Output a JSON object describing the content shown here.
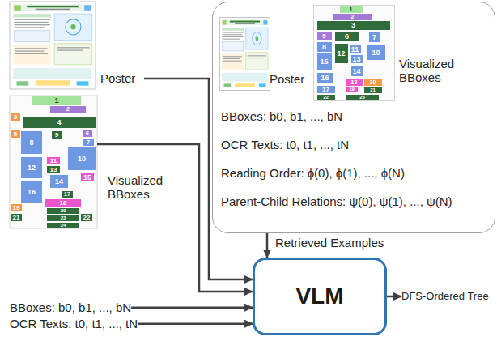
{
  "diagram": {
    "nodes": [
      {
        "text": [
          "Poster"
        ]
      },
      {
        "text": [
          "Visualized BBoxes"
        ]
      },
      {
        "text": [
          "BBoxes: b0, b1, ..., bN"
        ]
      },
      {
        "text": [
          "OCR Texts: t0, t1, ..., tN"
        ]
      },
      {
        "text": [
          "BBoxes: b0, b1, ..., bN",
          "OCR Texts: t0, t1, ..., tN",
          "Reading Order: ϕ(0), ϕ(1), ..., ϕ(N)",
          "Parent-Child Relations: ψ(0), ψ(1), ..., ψ(N)"
        ]
      },
      {
        "text": [
          "Poster"
        ],
        "in": 4
      },
      {
        "text": [
          "Visualized BBoxes"
        ],
        "in": 4
      },
      {
        "text": [
          "VLM"
        ]
      },
      {
        "text": [
          "DFS-Ordered Tree"
        ]
      }
    ],
    "edges": [
      {
        "from": 0,
        "to": 7,
        "arrow": "to"
      },
      {
        "from": 1,
        "to": 7,
        "arrow": "to"
      },
      {
        "from": 2,
        "to": 7,
        "arrow": "to"
      },
      {
        "from": 3,
        "to": 7,
        "arrow": "to"
      },
      {
        "from": 4,
        "to": 7,
        "label": "Retrieved Examples",
        "arrow": "to"
      },
      {
        "from": 7,
        "to": 8,
        "arrow": "to"
      }
    ],
    "labels": [
      "1",
      "2",
      "3",
      "4",
      "5",
      "6",
      "7",
      "8",
      "9",
      "10",
      "11",
      "12",
      "13",
      "14",
      "15",
      "16",
      "17",
      "18",
      "19",
      "20",
      "21",
      "22",
      "23",
      "24",
      "1",
      "2",
      "3",
      "5",
      "6",
      "7",
      "8",
      "10",
      "11",
      "12",
      "13",
      "14",
      "15",
      "16",
      "17",
      "18",
      "19",
      "20",
      "21",
      "22",
      "23"
    ]
  }
}
